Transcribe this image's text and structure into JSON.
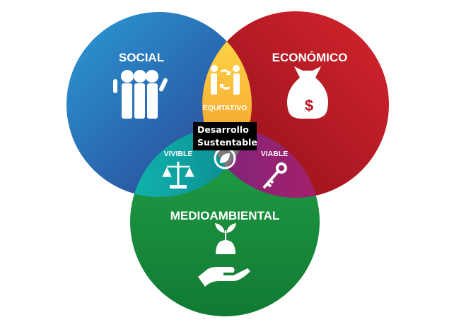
{
  "circles": {
    "social": {
      "label": "SOCIAL",
      "color": "#1e5ea8",
      "icon": "people-group-icon"
    },
    "economic": {
      "label": "ECONÓMICO",
      "color": "#b5151f",
      "icon": "money-bag-icon"
    },
    "environmental": {
      "label": "MEDIOAMBIENTAL",
      "color": "#1a8a3a",
      "icon": "plant-in-hand-icon"
    }
  },
  "intersections": {
    "social_economic": {
      "label": "EQUITATIVO",
      "color": "#f7a531",
      "icon": "handshake-exchange-icon"
    },
    "social_environmental": {
      "label": "VIVIBLE",
      "color": "#0e9a98",
      "icon": "scales-icon"
    },
    "economic_environmental": {
      "label": "VIABLE",
      "color": "#8a2080",
      "icon": "key-icon"
    },
    "center": {
      "line1": "Desarrollo",
      "line2": "Sustentable",
      "color": "#7a7a7a",
      "icon": "leaf-icon"
    }
  }
}
